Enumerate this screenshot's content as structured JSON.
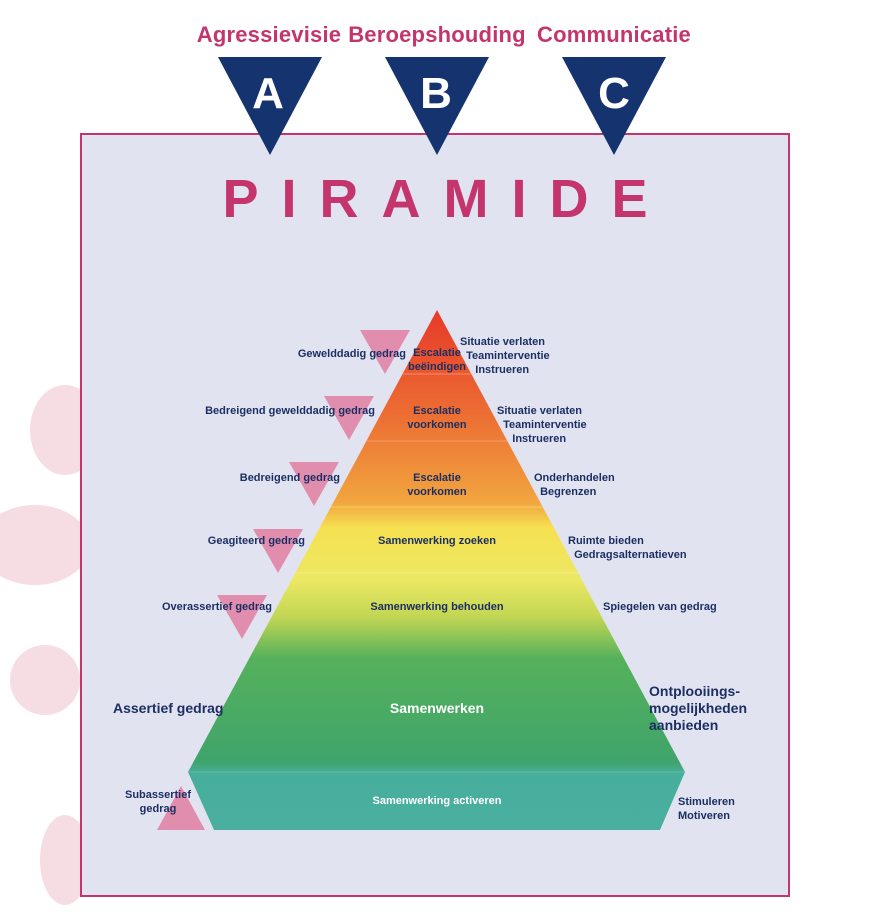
{
  "columns": [
    {
      "title": "Agressievisie",
      "letter": "A"
    },
    {
      "title": "Beroepshouding",
      "letter": "B"
    },
    {
      "title": "Communicatie",
      "letter": "C"
    }
  ],
  "title": "PIRAMIDE",
  "colors": {
    "accent": "#c4356d",
    "navy": "#15336e",
    "panel": "#e2e3f0",
    "marker": "#e07fa2"
  },
  "levels": [
    {
      "center": "Escalatie\nbeëindigen",
      "left": "Gewelddadig gedrag",
      "right": "Situatie verlaten\n  Teaminterventie\n     Instrueren"
    },
    {
      "center": "Escalatie\nvoorkomen",
      "left": "Bedreigend gewelddadig gedrag",
      "right": "Situatie verlaten\n  Teaminterventie\n     Instrueren"
    },
    {
      "center": "Escalatie\nvoorkomen",
      "left": "Bedreigend gedrag",
      "right": "Onderhandelen\n  Begrenzen"
    },
    {
      "center": "Samenwerking zoeken",
      "left": "Geagiteerd gedrag",
      "right": "Ruimte bieden\n  Gedragsalternatieven"
    },
    {
      "center": "Samenwerking behouden",
      "left": "Overassertief gedrag",
      "right": "Spiegelen van gedrag"
    },
    {
      "center": "Samenwerken",
      "left": "Assertief gedrag",
      "right": "Ontplooiings-\nmogelijkheden\naanbieden"
    },
    {
      "center": "Samenwerking activeren",
      "left": "Subassertief\ngedrag",
      "right": "Stimuleren\nMotiveren"
    }
  ]
}
